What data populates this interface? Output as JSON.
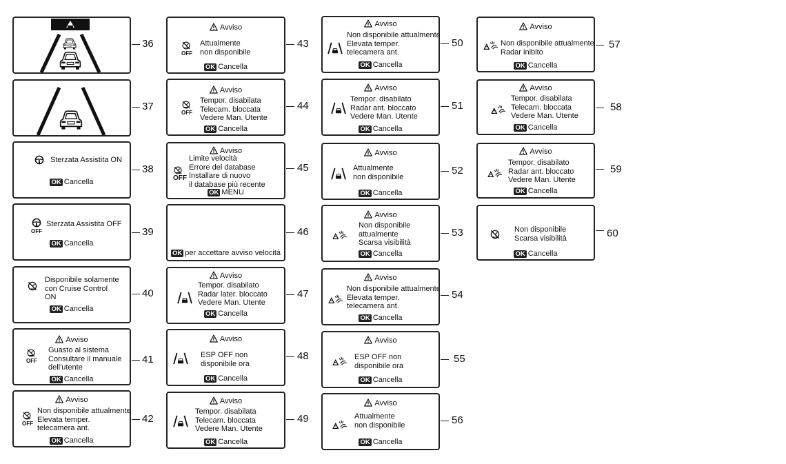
{
  "warning_title": "Avviso",
  "ok_key": "OK",
  "panels": {
    "p36": {
      "num": "36"
    },
    "p37": {
      "num": "37"
    },
    "p38": {
      "num": "38",
      "lines": [
        "Sterzata Assistita ON"
      ],
      "action": "Cancella"
    },
    "p39": {
      "num": "39",
      "lines": [
        "Sterzata Assistita OFF"
      ],
      "action": "Cancella",
      "off": "OFF"
    },
    "p40": {
      "num": "40",
      "lines": [
        "Disponibile solamente",
        "con Cruise Control",
        "ON"
      ],
      "action": "Cancella"
    },
    "p41": {
      "num": "41",
      "lines": [
        "Guasto al sistema",
        "Consultare il manuale",
        "dell'utente"
      ],
      "action": "Cancella",
      "off": "OFF"
    },
    "p42": {
      "num": "42",
      "lines": [
        "Non disponibile attualmente",
        "Elevata temper.",
        "telecamera ant."
      ],
      "action": "Cancella",
      "off": "OFF"
    },
    "p43": {
      "num": "43",
      "lines": [
        "Attualmente",
        "non disponibile"
      ],
      "action": "Cancella",
      "off": "OFF"
    },
    "p44": {
      "num": "44",
      "lines": [
        "Tempor. disabilata",
        "Telecam. bloccata",
        "Vedere Man. Utente"
      ],
      "action": "Cancella",
      "off": "OFF"
    },
    "p45": {
      "num": "45",
      "lines": [
        "Limite velocità",
        "Errore del database",
        "Installare di nuovo",
        "il database più recente"
      ],
      "action": "MENU",
      "off": "OFF"
    },
    "p46": {
      "num": "46",
      "action": "per accettare avviso velocità"
    },
    "p47": {
      "num": "47",
      "lines": [
        "Tempor. disabilato",
        "Radar later. bloccato",
        "Vedere Man. Utente"
      ],
      "action": "Cancella"
    },
    "p48": {
      "num": "48",
      "lines": [
        "ESP OFF non",
        "disponibile ora"
      ],
      "action": "Cancella"
    },
    "p49": {
      "num": "49",
      "lines": [
        "Tempor. disabilata",
        "Telecam. bloccata",
        "Vedere Man. Utente"
      ],
      "action": "Cancella"
    },
    "p50": {
      "num": "50",
      "lines": [
        "Non disponibile attualmente",
        "Elevata temper.",
        "telecamera ant."
      ],
      "action": "Cancella"
    },
    "p51": {
      "num": "51",
      "lines": [
        "Tempor. disabilato",
        "Radar ant. bloccato",
        "Vedere Man. Utente"
      ],
      "action": "Cancella"
    },
    "p52": {
      "num": "52",
      "lines": [
        "Attualmente",
        "non disponibile"
      ],
      "action": "Cancella"
    },
    "p53": {
      "num": "53",
      "lines": [
        "Non disponibile",
        "attualmente",
        "Scarsa visibilità"
      ],
      "action": "Cancella"
    },
    "p54": {
      "num": "54",
      "lines": [
        "Non disponibile attualmente",
        "Elevata temper.",
        "telecamera ant."
      ],
      "action": "Cancella"
    },
    "p55": {
      "num": "55",
      "lines": [
        "ESP OFF non",
        "disponibile ora"
      ],
      "action": "Cancella"
    },
    "p56": {
      "num": "56",
      "lines": [
        "Attualmente",
        "non disponibile"
      ],
      "action": "Cancella"
    },
    "p57": {
      "num": "57",
      "lines": [
        "Non disponibile attualmente",
        "Radar inibito"
      ],
      "action": "Cancella"
    },
    "p58": {
      "num": "58",
      "lines": [
        "Tempor. disabilata",
        "Telecam. bloccata",
        "Vedere Man. Utente"
      ],
      "action": "Cancella"
    },
    "p59": {
      "num": "59",
      "lines": [
        "Tempor. disabilato",
        "Radar ant. bloccato",
        "Vedere Man. Utente"
      ],
      "action": "Cancella"
    },
    "p60": {
      "num": "60",
      "lines": [
        "Non disponibile",
        "Scarsa visibilità"
      ],
      "action": "Cancella"
    }
  }
}
